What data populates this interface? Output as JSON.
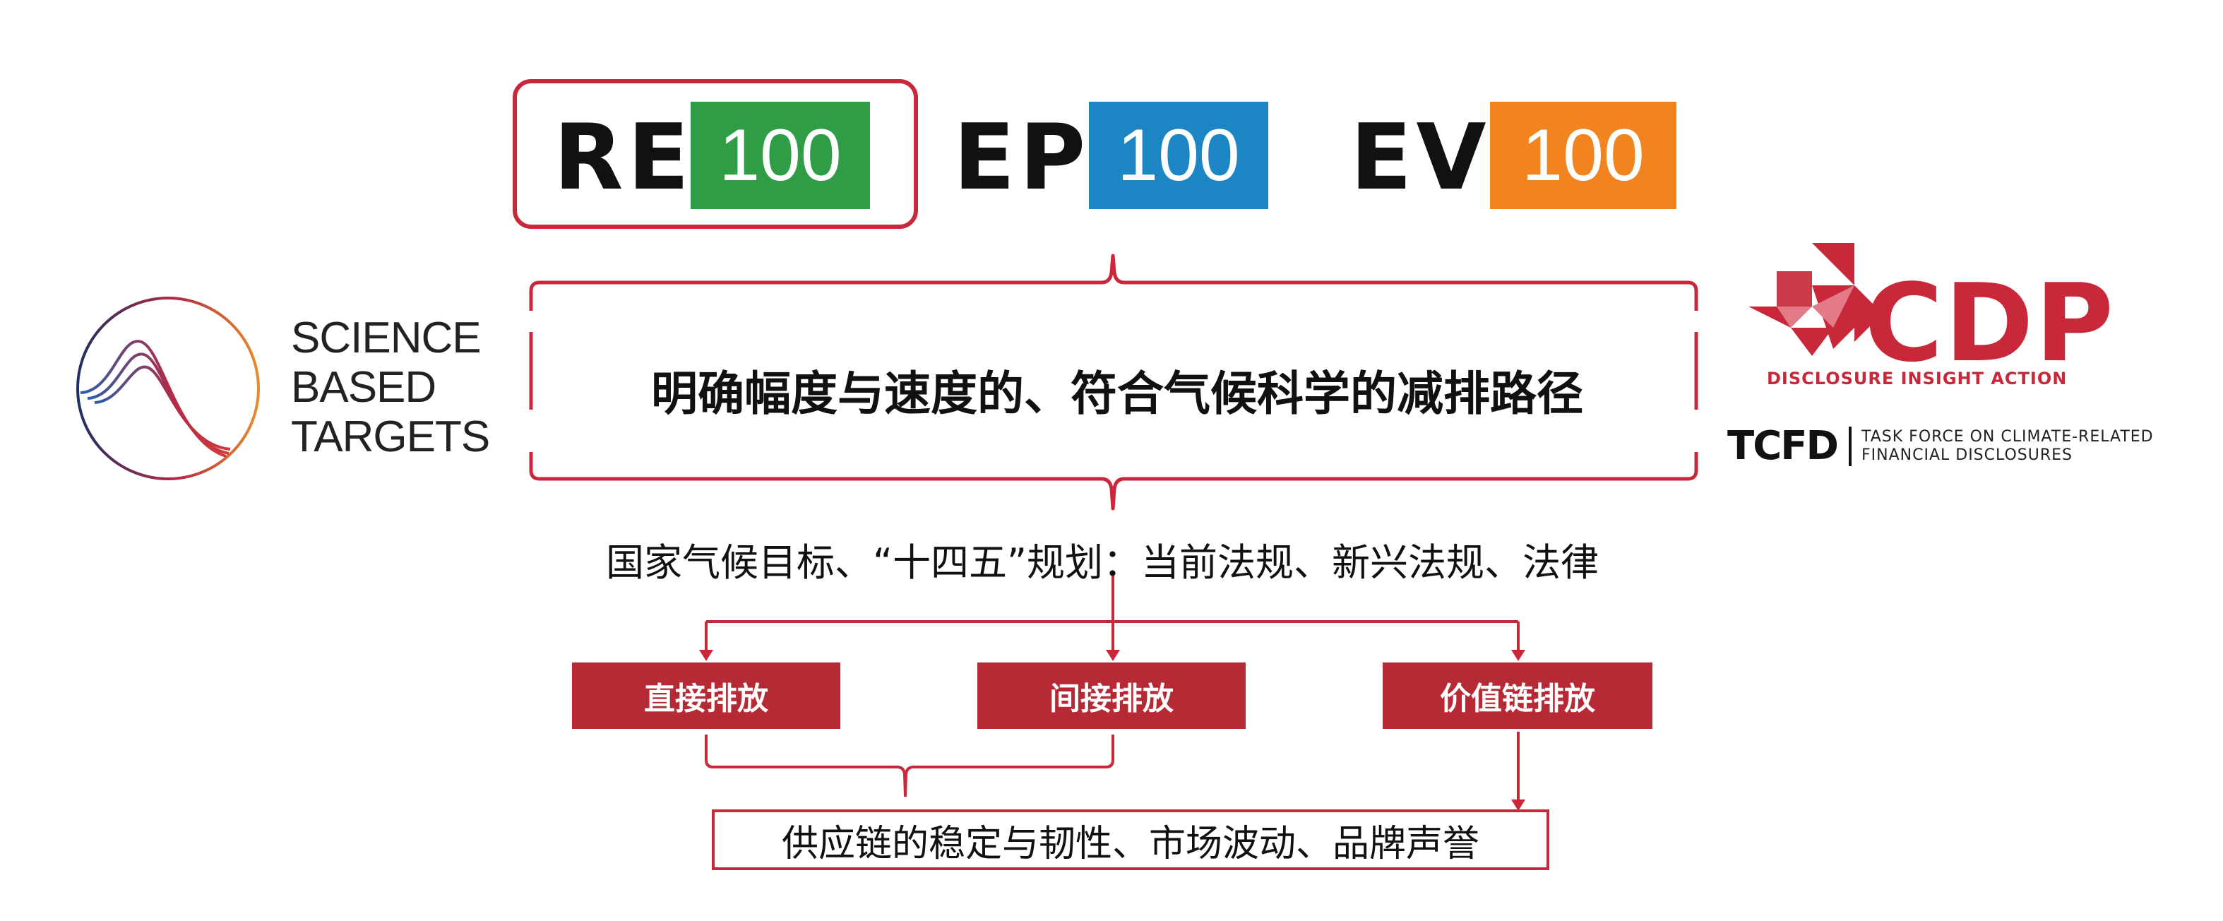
{
  "initiatives": {
    "re": {
      "word": "RE",
      "number": "100",
      "color": "#2f9d45"
    },
    "ep": {
      "word": "EP",
      "number": "100",
      "color": "#1b86c3"
    },
    "ev": {
      "word": "EV",
      "number": "100",
      "color": "#f2841f"
    },
    "highlight_color": "#c8283a"
  },
  "sbt": {
    "line1": "SCIENCE",
    "line2": "BASED",
    "line3": "TARGETS"
  },
  "main": {
    "headline": "明确幅度与速度的、符合气候科学的减排路径"
  },
  "sub_heading": "国家气候目标、“十四五”规划：当前法规、新兴法规、法律",
  "emissions": {
    "direct": "直接排放",
    "indirect": "间接排放",
    "value_chain": "价值链排放",
    "box_color": "#b62a35"
  },
  "outcome": "供应链的稳定与韧性、市场波动、品牌声誉",
  "cdp": {
    "logo": "CDP",
    "tagline": "DISCLOSURE INSIGHT ACTION",
    "color": "#c8283a"
  },
  "tcfd": {
    "logo": "TCFD",
    "desc_line1": "TASK FORCE ON CLIMATE-RELATED",
    "desc_line2": "FINANCIAL DISCLOSURES"
  }
}
